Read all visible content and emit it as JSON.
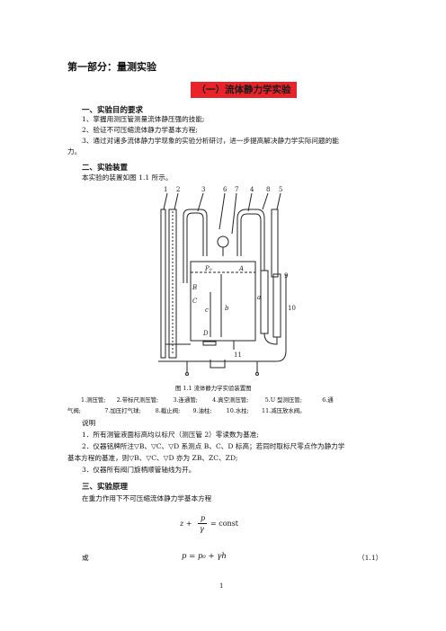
{
  "part_title": "第一部分：量测实验",
  "experiment_title": "（一）流体静力学实验",
  "colors": {
    "title_box": "#e8242a"
  },
  "section1": {
    "heading": "一、实验目的要求",
    "items": [
      "1、掌握用测压管测量流体静压强的技能;",
      "2、验证不可压缩流体静力学基本方程;",
      "3、通过对诸多流体静力学现象的实验分析研讨，进一步提高解决静力学实际问题的能",
      "力。"
    ]
  },
  "section2": {
    "heading": "二、实验装置",
    "intro": "本实验的装置如图 1.1 所示。"
  },
  "figure": {
    "top_numbers": [
      "1",
      "2",
      "3",
      "6",
      "7",
      "4",
      "8",
      "5"
    ],
    "side_numbers": [
      "9",
      "10",
      "11"
    ],
    "point_labels": [
      "P₀",
      "A",
      "B",
      "C",
      "D",
      "a",
      "b",
      "c"
    ],
    "caption": "图 1.1    流体静力学实验装置图",
    "legend_line1": "1.测压管;      2.带标尺测压管;        3.连通管;        4.真空测压管;         5.U 型测压管;           6.通",
    "legend_line2": "气阀;             7.加压打气球;        8.截止阀;       9.油柱;        10.水柱;       11.减压放水阀。"
  },
  "notes": {
    "label": "说明",
    "items": [
      "1．所有测管液面标高均以标尺（测压管 2）零读数为基准;",
      "2．仪器铭牌所注▽B、▽C、▽D 系测点 B、C、D 标高；若同时取标尺零点作为静力学",
      "基本方程的基准，则▽B、▽C、▽D 亦为 ZB、ZC、ZD;",
      "3．仪器所有阀门旋柄顺管轴线为开。"
    ]
  },
  "section3": {
    "heading": "三、实验原理",
    "intro": "在重力作用下不可压缩流体静力学基本方程",
    "eq1_lhs": "z +",
    "eq1_num": "p",
    "eq1_den": "γ",
    "eq1_rhs": "=  const",
    "or_label": "或",
    "eq2": "p = p₀ + γh",
    "eq_number": "（1.1）"
  },
  "page_number": "1"
}
